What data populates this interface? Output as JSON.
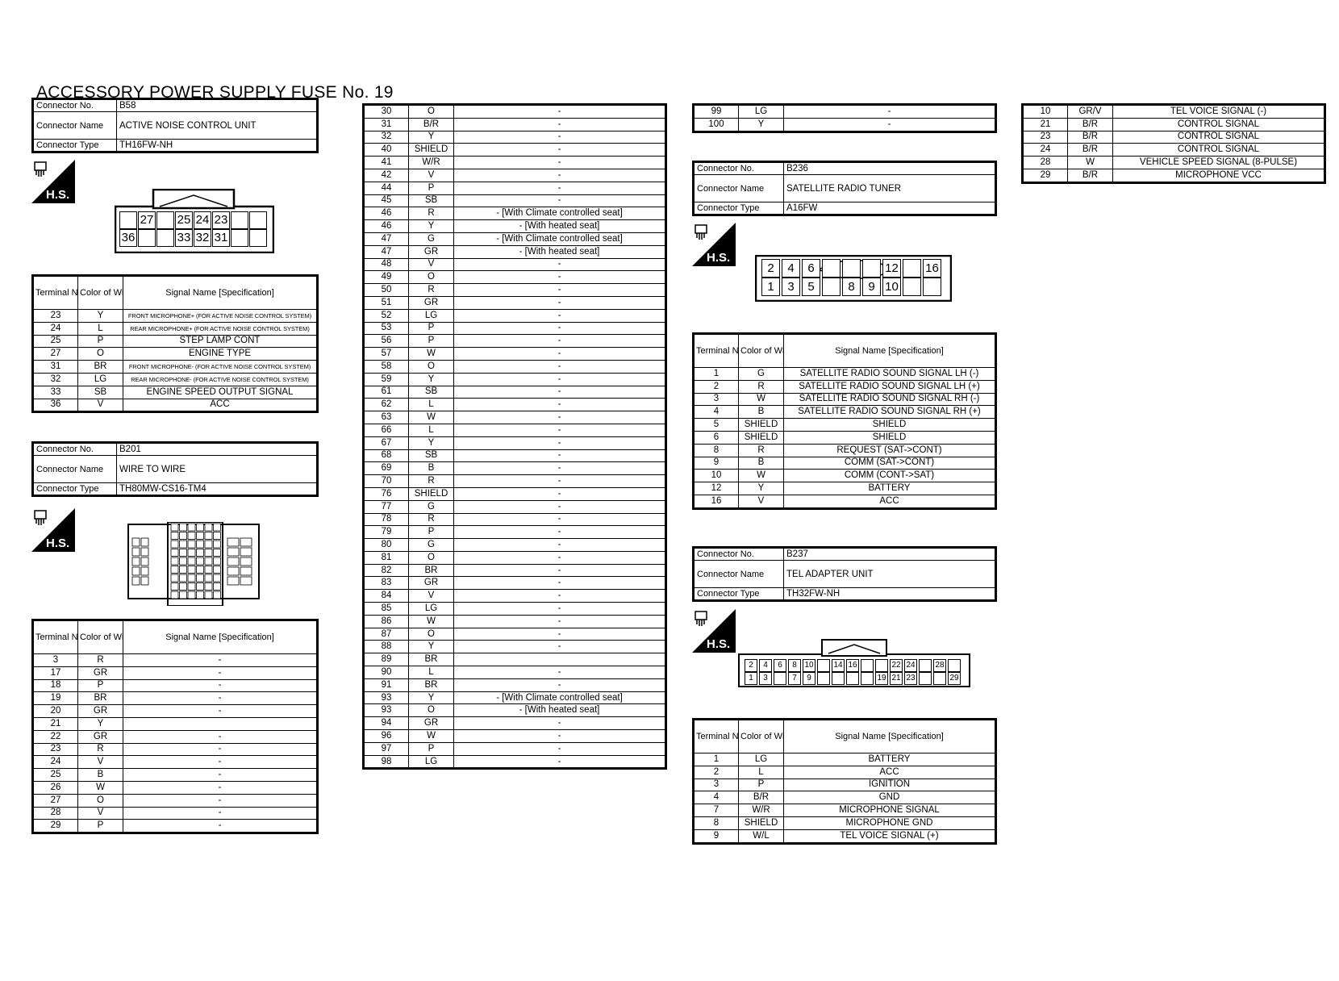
{
  "page": {
    "title": "ACCESSORY POWER SUPPLY FUSE No. 19"
  },
  "labels": {
    "connector_no": "Connector No.",
    "connector_name": "Connector Name",
    "connector_type": "Connector Type",
    "terminal_no": "Terminal No.",
    "color_of_wire": "Color of Wire",
    "signal_name": "Signal Name [Specification]",
    "hs": "H.S."
  },
  "b58": {
    "connector_no": "B58",
    "connector_name": "ACTIVE NOISE CONTROL UNIT",
    "connector_type": "TH16FW-NH",
    "pins_top": [
      "",
      "27",
      "",
      "25",
      "24",
      "23",
      "",
      ""
    ],
    "pins_bottom": [
      "36",
      "",
      "",
      "33",
      "32",
      "31",
      "",
      ""
    ],
    "rows": [
      [
        "23",
        "Y",
        "FRONT MICROPHONE+ (FOR ACTIVE NOISE CONTROL SYSTEM)"
      ],
      [
        "24",
        "L",
        "REAR MICROPHONE+ (FOR ACTIVE NOISE CONTROL SYSTEM)"
      ],
      [
        "25",
        "P",
        "STEP LAMP CONT"
      ],
      [
        "27",
        "O",
        "ENGINE TYPE"
      ],
      [
        "31",
        "BR",
        "FRONT MICROPHONE- (FOR ACTIVE NOISE CONTROL SYSTEM)"
      ],
      [
        "32",
        "LG",
        "REAR MICROPHONE- (FOR ACTIVE NOISE CONTROL SYSTEM)"
      ],
      [
        "33",
        "SB",
        "ENGINE SPEED OUTPUT SIGNAL"
      ],
      [
        "36",
        "V",
        "ACC"
      ]
    ]
  },
  "b201": {
    "connector_no": "B201",
    "connector_name": "WIRE TO WIRE",
    "connector_type": "TH80MW-CS16-TM4",
    "rows": [
      [
        "3",
        "R",
        "-"
      ],
      [
        "17",
        "GR",
        "-"
      ],
      [
        "18",
        "P",
        "-"
      ],
      [
        "19",
        "BR",
        "-"
      ],
      [
        "20",
        "GR",
        "-"
      ],
      [
        "21",
        "Y",
        ""
      ],
      [
        "22",
        "GR",
        "-"
      ],
      [
        "23",
        "R",
        "-"
      ],
      [
        "24",
        "V",
        "-"
      ],
      [
        "25",
        "B",
        "-"
      ],
      [
        "26",
        "W",
        "-"
      ],
      [
        "27",
        "O",
        "-"
      ],
      [
        "28",
        "V",
        "-"
      ],
      [
        "29",
        "P",
        "-"
      ]
    ],
    "rows_cont": [
      [
        "30",
        "O",
        "-"
      ],
      [
        "31",
        "B/R",
        "-"
      ],
      [
        "32",
        "Y",
        "-"
      ],
      [
        "40",
        "SHIELD",
        "-"
      ],
      [
        "41",
        "W/R",
        "-"
      ],
      [
        "42",
        "V",
        "-"
      ],
      [
        "44",
        "P",
        "-"
      ],
      [
        "45",
        "SB",
        "-"
      ],
      [
        "46",
        "R",
        "- [With Climate controlled seat]"
      ],
      [
        "46",
        "Y",
        "- [With heated seat]"
      ],
      [
        "47",
        "G",
        "- [With Climate controlled seat]"
      ],
      [
        "47",
        "GR",
        "- [With heated seat]"
      ],
      [
        "48",
        "V",
        "-"
      ],
      [
        "49",
        "O",
        "-"
      ],
      [
        "50",
        "R",
        "-"
      ],
      [
        "51",
        "GR",
        "-"
      ],
      [
        "52",
        "LG",
        "-"
      ],
      [
        "53",
        "P",
        "-"
      ],
      [
        "56",
        "P",
        "-"
      ],
      [
        "57",
        "W",
        "-"
      ],
      [
        "58",
        "O",
        "-"
      ],
      [
        "59",
        "Y",
        "-"
      ],
      [
        "61",
        "SB",
        "-"
      ],
      [
        "62",
        "L",
        "-"
      ],
      [
        "63",
        "W",
        "-"
      ],
      [
        "66",
        "L",
        "-"
      ],
      [
        "67",
        "Y",
        "-"
      ],
      [
        "68",
        "SB",
        "-"
      ],
      [
        "69",
        "B",
        "-"
      ],
      [
        "70",
        "R",
        "-"
      ],
      [
        "76",
        "SHIELD",
        "-"
      ],
      [
        "77",
        "G",
        "-"
      ],
      [
        "78",
        "R",
        "-"
      ],
      [
        "79",
        "P",
        "-"
      ],
      [
        "80",
        "G",
        "-"
      ],
      [
        "81",
        "O",
        "-"
      ],
      [
        "82",
        "BR",
        "-"
      ],
      [
        "83",
        "GR",
        "-"
      ],
      [
        "84",
        "V",
        "-"
      ],
      [
        "85",
        "LG",
        "-"
      ],
      [
        "86",
        "W",
        "-"
      ],
      [
        "87",
        "O",
        "-"
      ],
      [
        "88",
        "Y",
        "-"
      ],
      [
        "89",
        "BR",
        ""
      ],
      [
        "90",
        "L",
        "-"
      ],
      [
        "91",
        "BR",
        "-"
      ],
      [
        "93",
        "Y",
        "- [With Climate controlled seat]"
      ],
      [
        "93",
        "O",
        "- [With heated seat]"
      ],
      [
        "94",
        "GR",
        "-"
      ],
      [
        "96",
        "W",
        "-"
      ],
      [
        "97",
        "P",
        "-"
      ],
      [
        "98",
        "LG",
        "-"
      ]
    ],
    "rows_cont2": [
      [
        "99",
        "LG",
        "-"
      ],
      [
        "100",
        "Y",
        "-"
      ]
    ]
  },
  "b236": {
    "connector_no": "B236",
    "connector_name": "SATELLITE RADIO TUNER",
    "connector_type": "A16FW",
    "pins_top": [
      "2",
      "4",
      "6",
      "",
      "",
      "",
      "12",
      "",
      "16"
    ],
    "pins_bottom": [
      "1",
      "3",
      "5",
      "",
      "8",
      "9",
      "10",
      "",
      ""
    ],
    "rows": [
      [
        "1",
        "G",
        "SATELLITE RADIO SOUND SIGNAL LH (-)"
      ],
      [
        "2",
        "R",
        "SATELLITE RADIO SOUND SIGNAL LH (+)"
      ],
      [
        "3",
        "W",
        "SATELLITE RADIO SOUND SIGNAL RH (-)"
      ],
      [
        "4",
        "B",
        "SATELLITE RADIO SOUND SIGNAL RH (+)"
      ],
      [
        "5",
        "SHIELD",
        "SHIELD"
      ],
      [
        "6",
        "SHIELD",
        "SHIELD"
      ],
      [
        "8",
        "R",
        "REQUEST (SAT->CONT)"
      ],
      [
        "9",
        "B",
        "COMM (SAT->CONT)"
      ],
      [
        "10",
        "W",
        "COMM (CONT->SAT)"
      ],
      [
        "12",
        "Y",
        "BATTERY"
      ],
      [
        "16",
        "V",
        "ACC"
      ]
    ]
  },
  "b237": {
    "connector_no": "B237",
    "connector_name": "TEL ADAPTER UNIT",
    "connector_type": "TH32FW-NH",
    "pins_top": [
      "2",
      "4",
      "6",
      "8",
      "10",
      "",
      "14",
      "16",
      "",
      "",
      "22",
      "24",
      "",
      "28",
      ""
    ],
    "pins_bottom": [
      "1",
      "3",
      "",
      "7",
      "9",
      "",
      "",
      "",
      "",
      "19",
      "21",
      "23",
      "",
      "",
      "29"
    ],
    "rows": [
      [
        "1",
        "LG",
        "BATTERY"
      ],
      [
        "2",
        "L",
        "ACC"
      ],
      [
        "3",
        "P",
        "IGNITION"
      ],
      [
        "4",
        "B/R",
        "GND"
      ],
      [
        "7",
        "W/R",
        "MICROPHONE SIGNAL"
      ],
      [
        "8",
        "SHIELD",
        "MICROPHONE GND"
      ],
      [
        "9",
        "W/L",
        "TEL VOICE SIGNAL (+)"
      ]
    ],
    "rows_cont": [
      [
        "10",
        "GR/V",
        "TEL VOICE SIGNAL (-)"
      ],
      [
        "21",
        "B/R",
        "CONTROL SIGNAL"
      ],
      [
        "23",
        "B/R",
        "CONTROL SIGNAL"
      ],
      [
        "24",
        "B/R",
        "CONTROL SIGNAL"
      ],
      [
        "28",
        "W",
        "VEHICLE SPEED SIGNAL (8-PULSE)"
      ],
      [
        "29",
        "B/R",
        "MICROPHONE VCC"
      ]
    ]
  }
}
